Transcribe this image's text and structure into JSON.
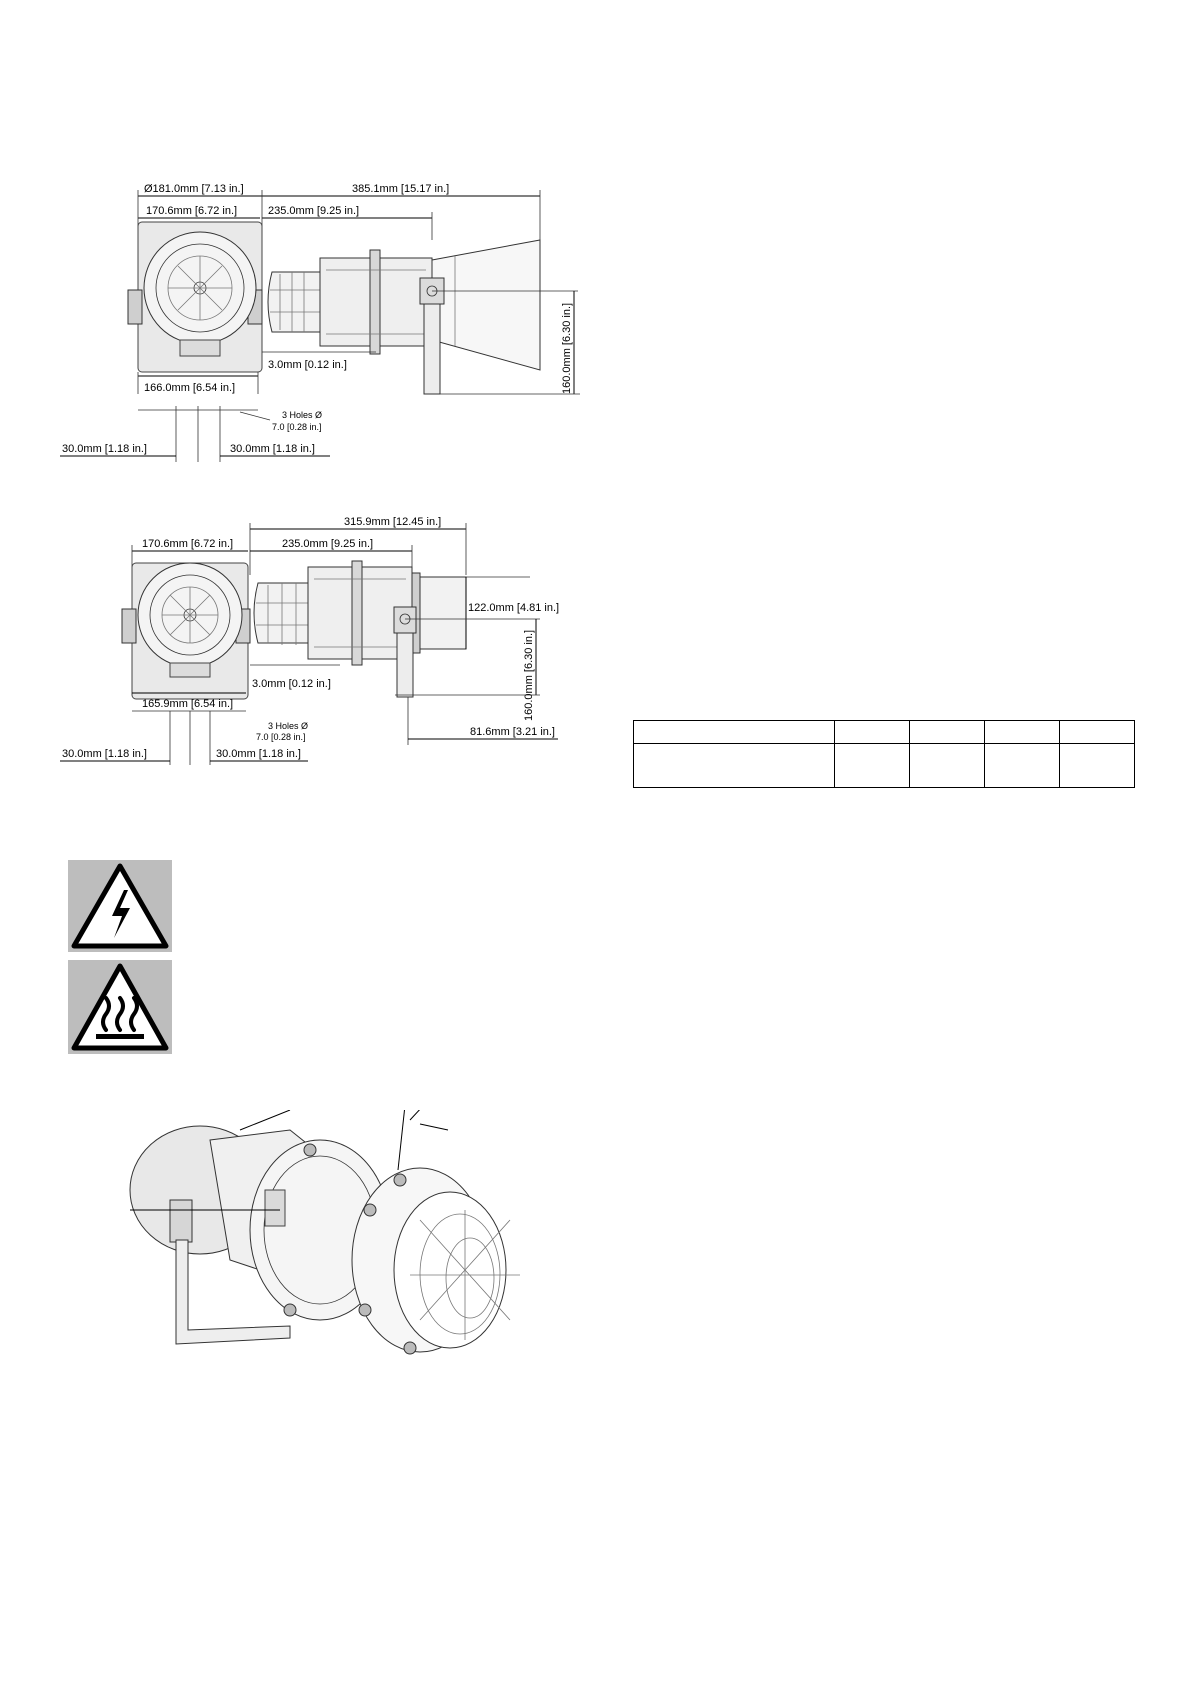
{
  "drawing1": {
    "dia": "Ø181.0mm [7.13 in.]",
    "overall_length": "385.1mm [15.17 in.]",
    "front_width": "170.6mm [6.72 in.]",
    "body_length": "235.0mm [9.25 in.]",
    "bracket_thickness": "3.0mm [0.12 in.]",
    "base_width": "166.0mm [6.54 in.]",
    "holes_line1": "3 Holes Ø",
    "holes_line2": "7.0 [0.28 in.]",
    "hole_left": "30.0mm [1.18 in.]",
    "hole_right": "30.0mm [1.18 in.]",
    "height": "160.0mm [6.30 in.]"
  },
  "drawing2": {
    "overall_length": "315.9mm [12.45 in.]",
    "front_width": "170.6mm [6.72 in.]",
    "body_length": "235.0mm [9.25 in.]",
    "cyl_dia": "122.0mm [4.81 in.]",
    "bracket_thickness": "3.0mm [0.12 in.]",
    "base_width": "165.9mm [6.54 in.]",
    "holes_line1": "3 Holes Ø",
    "holes_line2": "7.0 [0.28 in.]",
    "hole_left": "30.0mm [1.18 in.]",
    "hole_right": "30.0mm [1.18 in.]",
    "height": "160.0mm [6.30 in.]",
    "rear_offset": "81.6mm [3.21 in.]"
  },
  "warnings": [
    {
      "icon": "electric-shock-warning-icon"
    },
    {
      "icon": "hot-surface-warning-icon"
    }
  ],
  "table": {
    "columns": [
      "",
      "",
      "",
      "",
      ""
    ],
    "rows": [
      [
        "",
        "",
        "",
        "",
        ""
      ]
    ]
  }
}
